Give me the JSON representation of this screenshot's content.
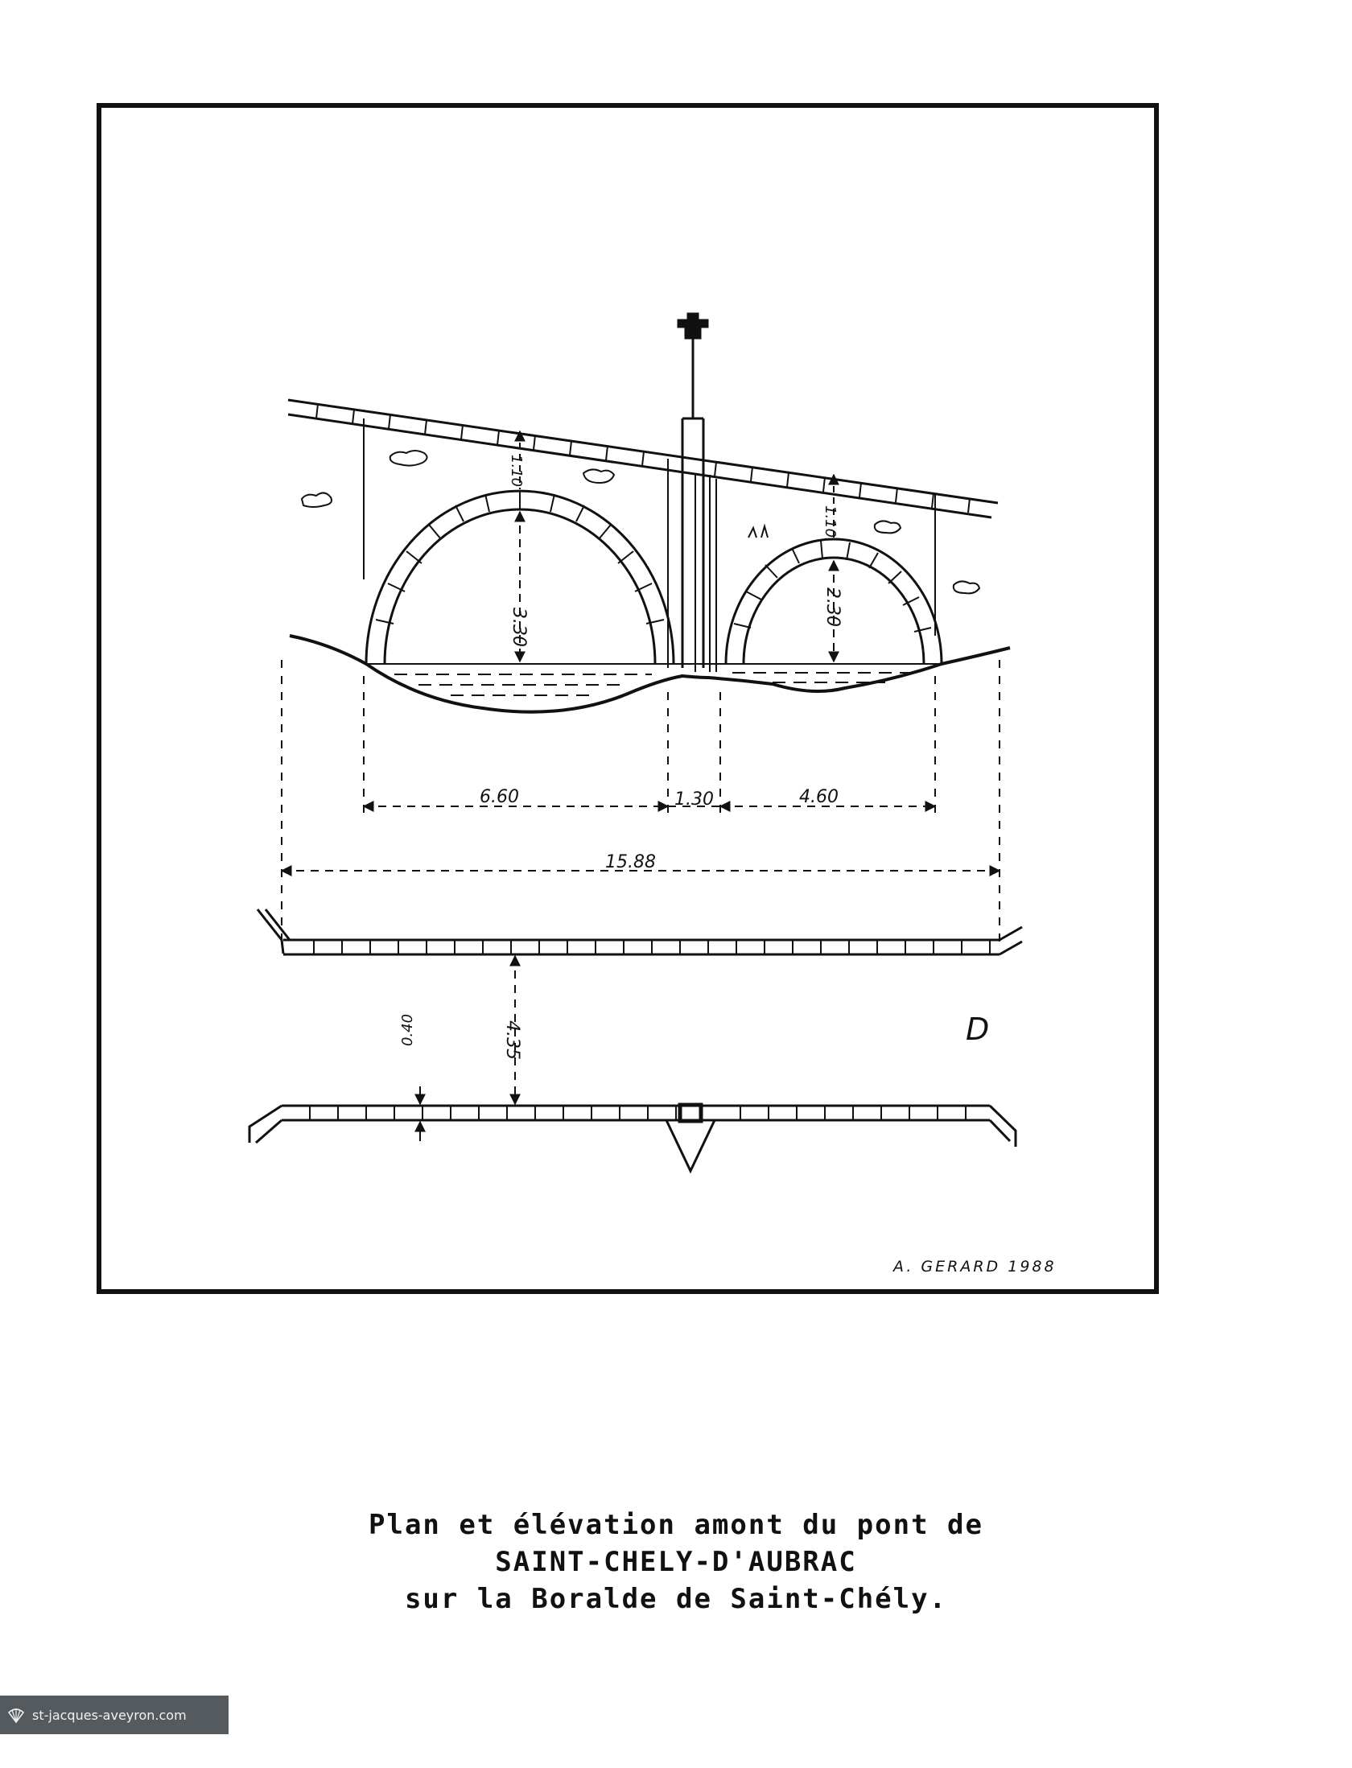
{
  "drawing": {
    "dimensions": {
      "left_arch_span": "6.60",
      "pier_width": "1.30",
      "right_arch_span": "4.60",
      "total_length": "15.88",
      "left_arch_rise": "3.30",
      "right_arch_rise": "2.30",
      "left_keystone": "1.10",
      "right_keystone": "1.10",
      "deck_width": "4.35",
      "parapet_thickness": "0.40"
    },
    "letter_mark": "D",
    "signature": "A. GERARD 1988"
  },
  "caption": {
    "line1": "Plan et élévation amont du pont de",
    "line2": "SAINT-CHELY-D'AUBRAC",
    "line3": "sur la Boralde de Saint-Chély."
  },
  "watermark": {
    "text": "st-jacques-aveyron.com",
    "icon": "scallop-shell-icon"
  }
}
